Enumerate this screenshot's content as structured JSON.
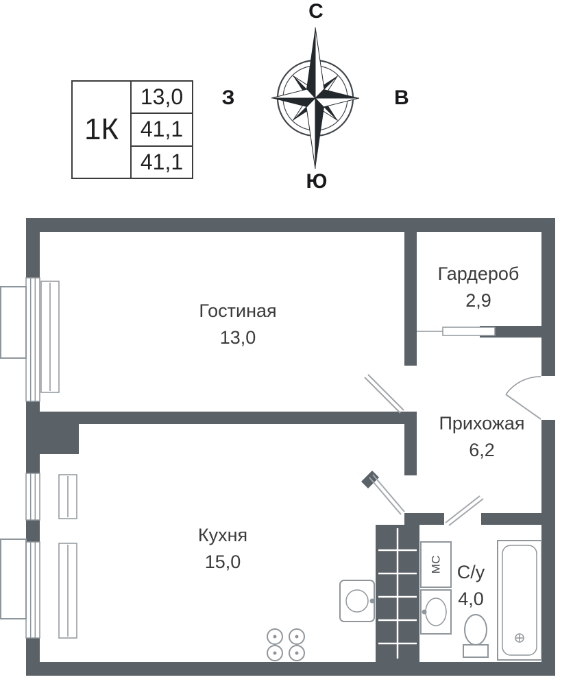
{
  "info_table": {
    "type_label": "1К",
    "rows": [
      "13,0",
      "41,1",
      "41,1"
    ]
  },
  "compass": {
    "north": "С",
    "east": "В",
    "south": "Ю",
    "west": "З"
  },
  "rooms": [
    {
      "name": "Гостиная",
      "area": "13,0"
    },
    {
      "name": "Гардероб",
      "area": "2,9"
    },
    {
      "name": "Прихожая",
      "area": "6,2"
    },
    {
      "name": "Кухня",
      "area": "15,0"
    },
    {
      "name": "С/у",
      "area": "4,0"
    }
  ],
  "fixtures": {
    "washing_machine_label": "МС"
  },
  "colors": {
    "bg": "#ffffff",
    "wall": "#5a6167",
    "line": "#8f969b",
    "text": "#3b3b3b",
    "ink": "#23282c"
  }
}
